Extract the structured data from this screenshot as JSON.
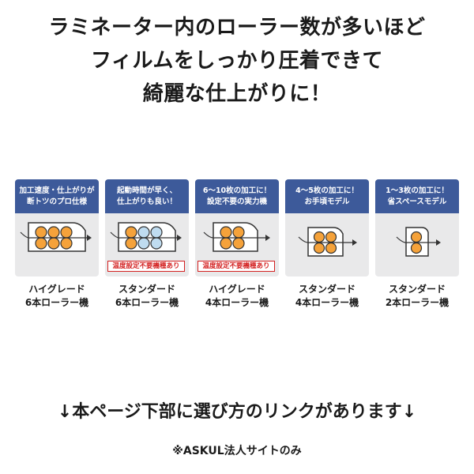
{
  "headline": {
    "line1": "ラミネーター内のローラー数が多いほど",
    "line2": "フィルムをしっかり圧着できて",
    "line3": "綺麗な仕上がりに！"
  },
  "colors": {
    "header_blue": "#3d5a9a",
    "roller_orange": "#f5a23a",
    "roller_blue": "#bfdcf0",
    "badge_red": "#d32121",
    "card_gray": "#e9e9ea"
  },
  "cards": [
    {
      "header_line1": "加工速度・仕上がりが",
      "header_line2": "断トツのプロ仕様",
      "badge": "",
      "label_line1": "ハイグレード",
      "label_line2": "6本ローラー機",
      "roller_icon": "six-roller-orange-icon"
    },
    {
      "header_line1": "起動時間が早く、",
      "header_line2": "仕上がりも良い！",
      "badge": "温度設定不要機種あり",
      "label_line1": "スタンダード",
      "label_line2": "6本ローラー機",
      "roller_icon": "six-roller-blue-icon"
    },
    {
      "header_line1": "6～10枚の加工に！",
      "header_line2": "設定不要の実力機",
      "badge": "温度設定不要機種あり",
      "label_line1": "ハイグレード",
      "label_line2": "4本ローラー機",
      "roller_icon": "four-roller-orange-icon"
    },
    {
      "header_line1": "4～5枚の加工に！",
      "header_line2": "お手頃モデル",
      "badge": "",
      "label_line1": "スタンダード",
      "label_line2": "4本ローラー機",
      "roller_icon": "four-roller-orange-icon"
    },
    {
      "header_line1": "1～3枚の加工に！",
      "header_line2": "省スペースモデル",
      "badge": "",
      "label_line1": "スタンダード",
      "label_line2": "2本ローラー機",
      "roller_icon": "two-roller-orange-icon"
    }
  ],
  "link_note": "↓本ページ下部に選び方のリンクがあります↓",
  "footnote": "※ASKUL法人サイトのみ"
}
